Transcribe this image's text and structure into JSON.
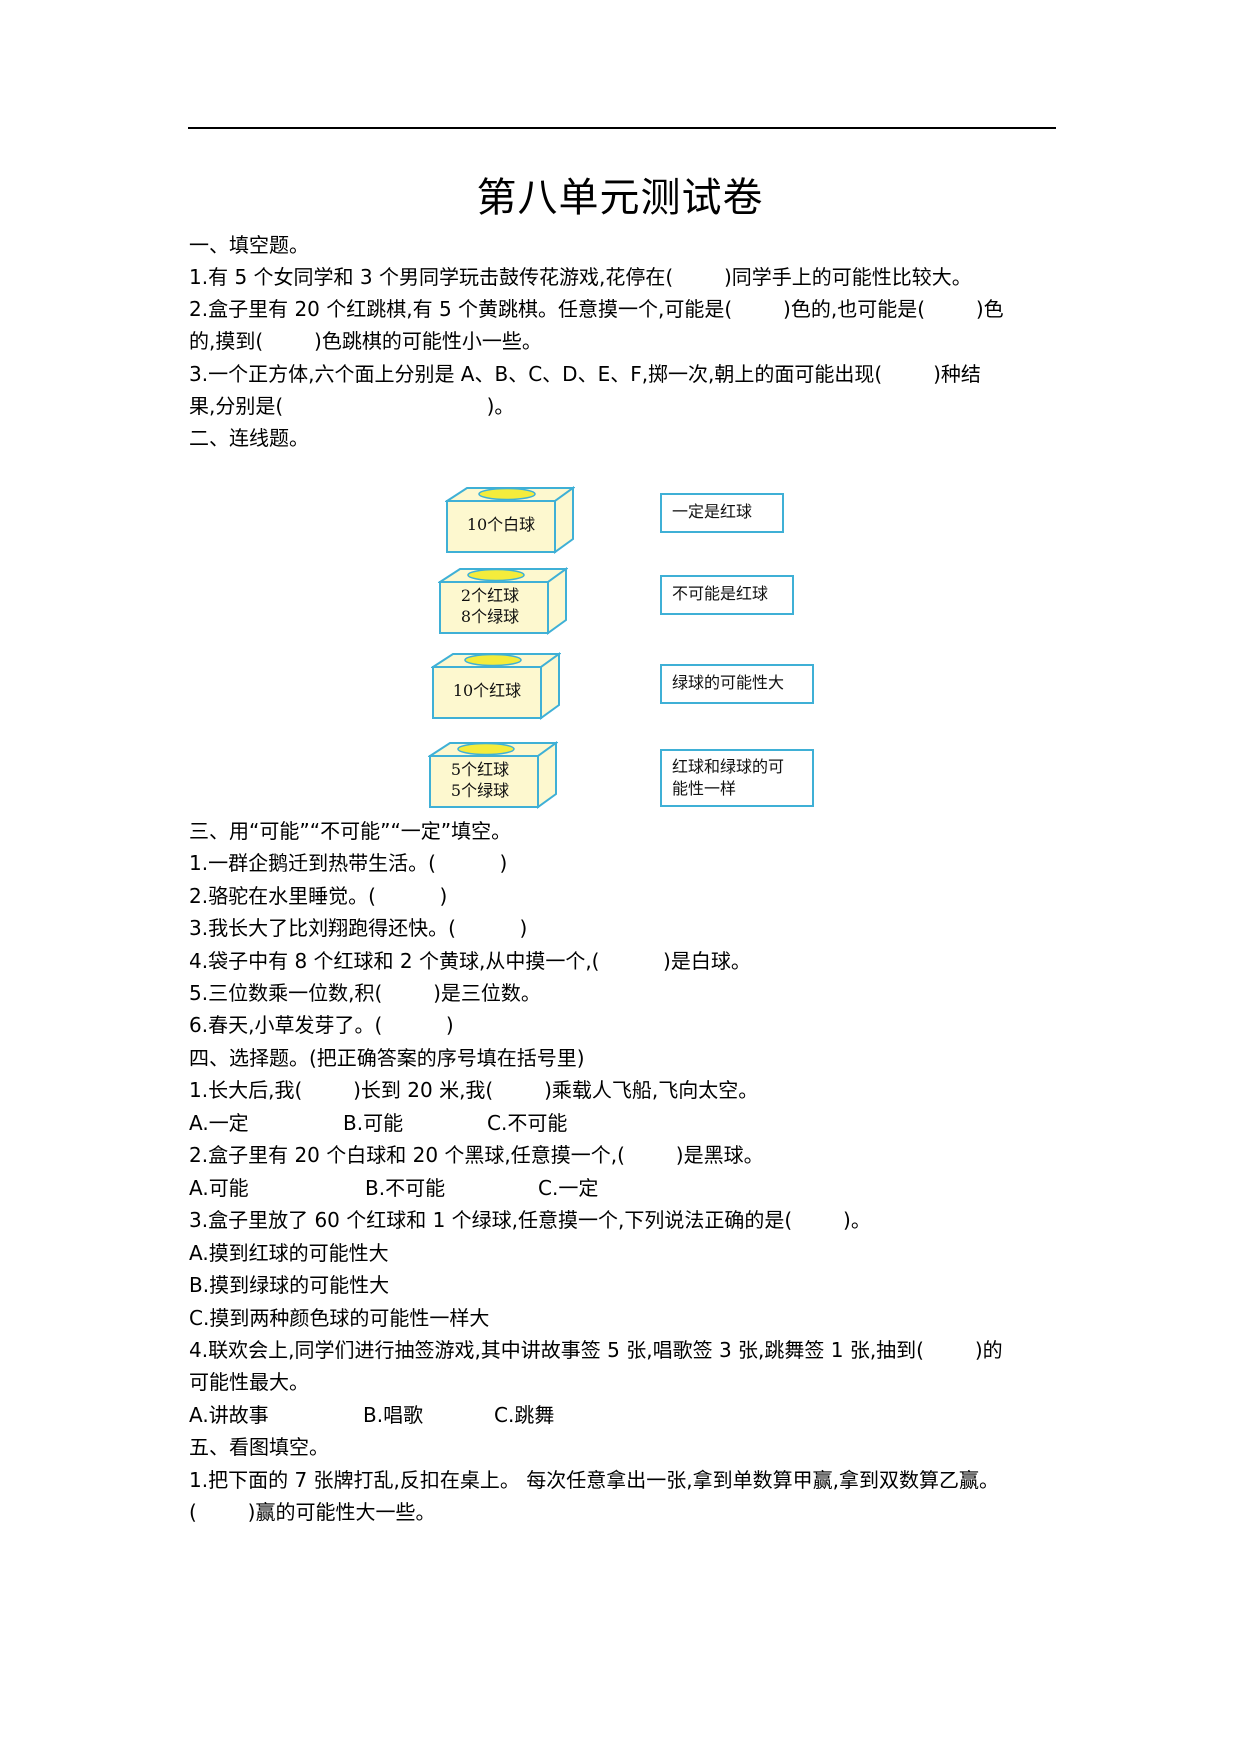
{
  "title": "第八单元测试卷",
  "section1": {
    "heading": "一、填空题。",
    "q1": "1.有 5 个女同学和 3 个男同学玩击鼓传花游戏,花停在(        )同学手上的可能性比较大。",
    "q2_line1": "2.盒子里有 20 个红跳棋,有 5 个黄跳棋。任意摸一个,可能是(        )色的,也可能是(        )色",
    "q2_line2": "的,摸到(        )色跳棋的可能性小一些。",
    "q3_line1": "3.一个正方体,六个面上分别是 A、B、C、D、E、F,掷一次,朝上的面可能出现(        )种结",
    "q3_line2": "果,分别是(                                )。"
  },
  "section2": {
    "heading": "二、连线题。",
    "boxes": [
      {
        "line1": "10个白球",
        "line2": ""
      },
      {
        "line1": "2个红球",
        "line2": "8个绿球"
      },
      {
        "line1": "10个红球",
        "line2": ""
      },
      {
        "line1": "5个红球",
        "line2": "5个绿球"
      }
    ],
    "cards": [
      {
        "line1": "一定是红球",
        "line2": ""
      },
      {
        "line1": "不可能是红球",
        "line2": ""
      },
      {
        "line1": "绿球的可能性大",
        "line2": ""
      },
      {
        "line1": "红球和绿球的可",
        "line2": "能性一样"
      }
    ],
    "colors": {
      "box_face": "#fdf8cf",
      "box_border": "#3fb0d6",
      "hole": "#f4ec3c"
    }
  },
  "section3": {
    "heading": "三、用“可能”“不可能”“一定”填空。",
    "items": [
      "1.一群企鹅迁到热带生活。(          )",
      "2.骆驼在水里睡觉。(          )",
      "3.我长大了比刘翔跑得还快。(          )",
      "4.袋子中有 8 个红球和 2 个黄球,从中摸一个,(          )是白球。",
      "5.三位数乘一位数,积(        )是三位数。",
      "6.春天,小草发芽了。(          )"
    ]
  },
  "section4": {
    "heading": "四、选择题。(把正确答案的序号填在括号里)",
    "q1": "1.长大后,我(        )长到 20 米,我(        )乘载人飞船,飞向太空。",
    "q1_options": [
      "A.一定",
      "B.可能",
      "C.不可能"
    ],
    "q2": "2.盒子里有 20 个白球和 20 个黑球,任意摸一个,(        )是黑球。",
    "q2_options": [
      "A.可能",
      "B.不可能",
      "C.一定"
    ],
    "q3": "3.盒子里放了 60 个红球和 1 个绿球,任意摸一个,下列说法正确的是(        )。",
    "q3_options": [
      "A.摸到红球的可能性大",
      "B.摸到绿球的可能性大",
      "C.摸到两种颜色球的可能性一样大"
    ],
    "q4_line1": "4.联欢会上,同学们进行抽签游戏,其中讲故事签 5 张,唱歌签 3 张,跳舞签 1 张,抽到(        )的",
    "q4_line2": "可能性最大。",
    "q4_options": [
      "A.讲故事",
      "B.唱歌",
      "C.跳舞"
    ]
  },
  "section5": {
    "heading": "五、看图填空。",
    "q1_line1": "1.把下面的 7 张牌打乱,反扣在桌上。 每次任意拿出一张,拿到单数算甲赢,拿到双数算乙赢。",
    "q1_line2": "(        )赢的可能性大一些。"
  }
}
